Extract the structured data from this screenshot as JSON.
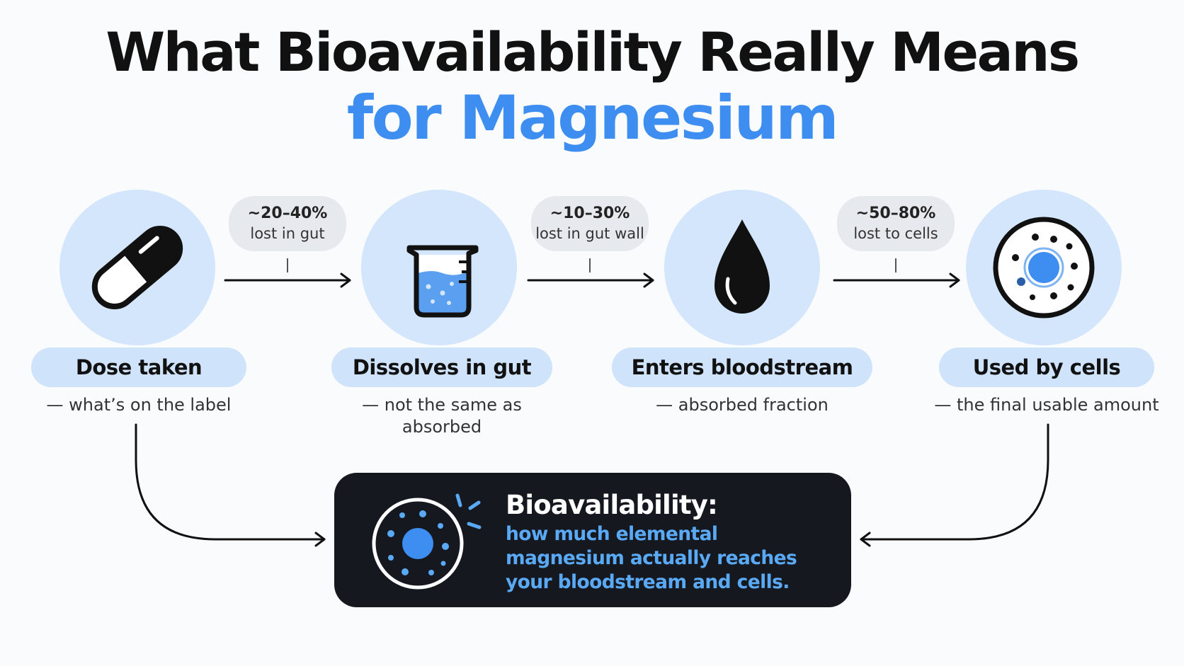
{
  "title": {
    "line1": "What Bioavailability Really Means",
    "line2": "for Magnesium"
  },
  "steps": [
    {
      "icon": "capsule-icon",
      "label": "Dose taken",
      "caption": "— what’s on the label"
    },
    {
      "icon": "beaker-icon",
      "label": "Dissolves in gut",
      "caption": "— not the same as absorbed"
    },
    {
      "icon": "drop-icon",
      "label": "Enters bloodstream",
      "caption": "— absorbed fraction"
    },
    {
      "icon": "cell-icon",
      "label": "Used by cells",
      "caption": "— the final usable amount"
    }
  ],
  "losses": [
    {
      "pct": "~20–40%",
      "text": "lost in gut"
    },
    {
      "pct": "~10–30%",
      "text": "lost in gut wall"
    },
    {
      "pct": "~50–80%",
      "text": "lost to cells"
    }
  ],
  "summary": {
    "heading": "Bioavailability:",
    "text": "how much elemental magnesium actually reaches your bloodstream and cells."
  },
  "colors": {
    "accent_blue": "#3d8ef0",
    "light_blue": "#d3e6fb",
    "dark_box": "#15181f",
    "summary_text": "#5aa9f5"
  }
}
